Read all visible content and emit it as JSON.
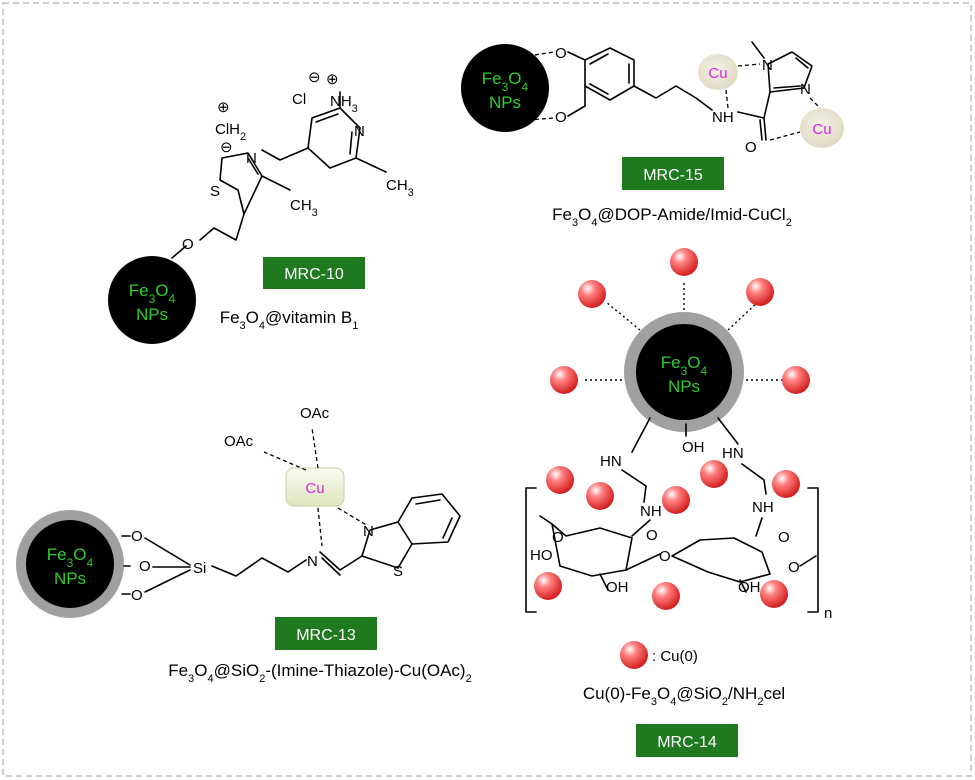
{
  "structures": [
    {
      "id": "MRC-10",
      "label": "MRC-10",
      "caption_html": "Fe<tspan baseline-shift='sub' font-size='11'>3</tspan>O<tspan baseline-shift='sub' font-size='11'>4</tspan>@vitamin B<tspan baseline-shift='sub' font-size='11'>1</tspan>"
    },
    {
      "id": "MRC-15",
      "label": "MRC-15",
      "caption_html": "Fe<tspan baseline-shift='sub' font-size='11'>3</tspan>O<tspan baseline-shift='sub' font-size='11'>4</tspan>@DOP-Amide/Imid-CuCl<tspan baseline-shift='sub' font-size='11'>2</tspan>"
    },
    {
      "id": "MRC-13",
      "label": "MRC-13",
      "caption_html": "Fe<tspan baseline-shift='sub' font-size='11'>3</tspan>O<tspan baseline-shift='sub' font-size='11'>4</tspan>@SiO<tspan baseline-shift='sub' font-size='11'>2</tspan>-(Imine-Thiazole)-Cu(OAc)<tspan baseline-shift='sub' font-size='11'>2</tspan>"
    },
    {
      "id": "MRC-14",
      "label": "MRC-14",
      "caption_html": "Cu(0)-Fe<tspan baseline-shift='sub' font-size='11'>3</tspan>O<tspan baseline-shift='sub' font-size='11'>4</tspan>@SiO<tspan baseline-shift='sub' font-size='11'>2</tspan>/NH<tspan baseline-shift='sub' font-size='11'>2</tspan>cel"
    }
  ],
  "legend": {
    "text": ": Cu(0)"
  },
  "nanoparticle": {
    "line1": "Fe3O4",
    "line2": "NPs"
  },
  "copper_label": "Cu",
  "colors": {
    "tag_green": "#1f7a1f",
    "np_text": "#2ecc2e",
    "cu_text": "#e020e0",
    "cu_sphere": "#e53030",
    "shell_gray": "#a0a0a0"
  }
}
